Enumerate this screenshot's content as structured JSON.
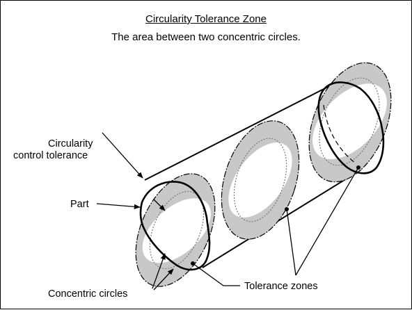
{
  "figure": {
    "title": "Circularity Tolerance Zone",
    "subtitle": "The area between two concentric circles."
  },
  "callouts": {
    "circularity_line1": "Circularity",
    "circularity_line2": "control tolerance",
    "part": "Part",
    "concentric_circles": "Concentric circles",
    "tolerance_zones": "Tolerance zones"
  },
  "colors": {
    "zone_fill": "#c8c8c8",
    "line": "#000000",
    "background": "#ffffff"
  }
}
